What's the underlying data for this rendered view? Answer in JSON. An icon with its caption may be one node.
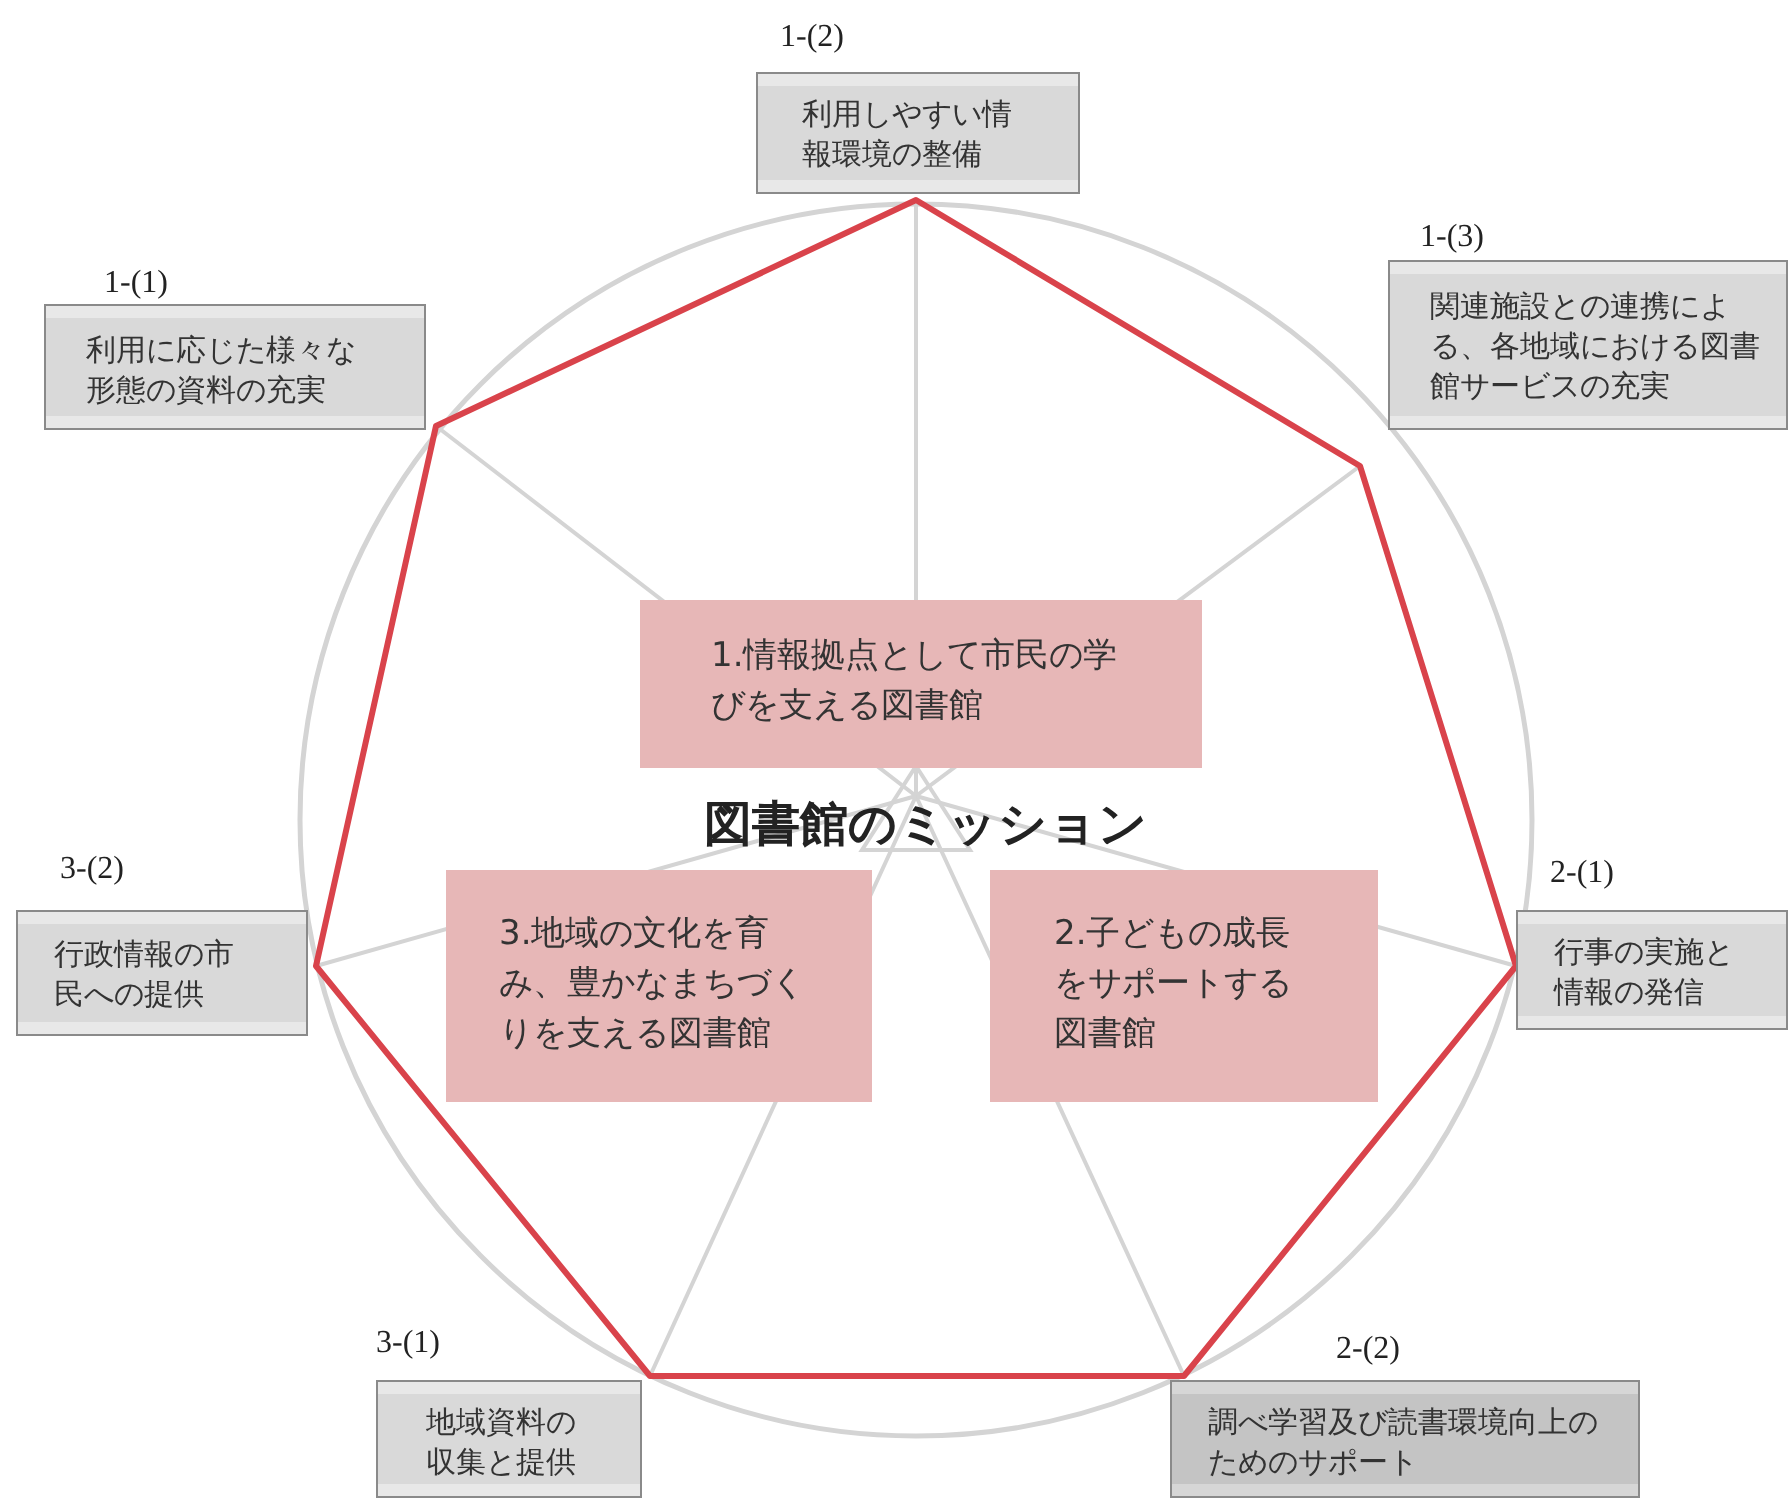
{
  "diagram": {
    "nodes": [
      {
        "text": [
          "利用しやすい情報環境の整備"
        ],
        "beside": [
          "1-(2)"
        ]
      },
      {
        "text": [
          "関連施設との連携による、各地域における図書館サービスの充実"
        ],
        "beside": [
          "1-(3)"
        ]
      },
      {
        "text": [
          "利用に応じた様々な形態の資料の充実"
        ],
        "beside": [
          "1-(1)"
        ]
      },
      {
        "text": [
          "1.情報拠点として市民の学びを支える図書館"
        ]
      },
      {
        "text": [
          "行政情報の市民への提供"
        ],
        "beside": [
          "3-(2)"
        ]
      },
      {
        "text": [
          "行事の実施と情報の発信"
        ],
        "beside": [
          "2-(1)"
        ]
      },
      {
        "text": [
          "3.地域の文化を育み、豊かなまちづくりを支える図書館"
        ]
      },
      {
        "text": [
          "2.子どもの成長をサポートする図書館"
        ]
      },
      {
        "text": [
          "地域資料の収集と提供"
        ],
        "beside": [
          "3-(1)"
        ]
      },
      {
        "text": [
          "調べ学習及び読書環境向上のためのサポート"
        ],
        "beside": [
          "2-(2)"
        ]
      }
    ],
    "labels": [
      "図書館のミッション"
    ]
  }
}
